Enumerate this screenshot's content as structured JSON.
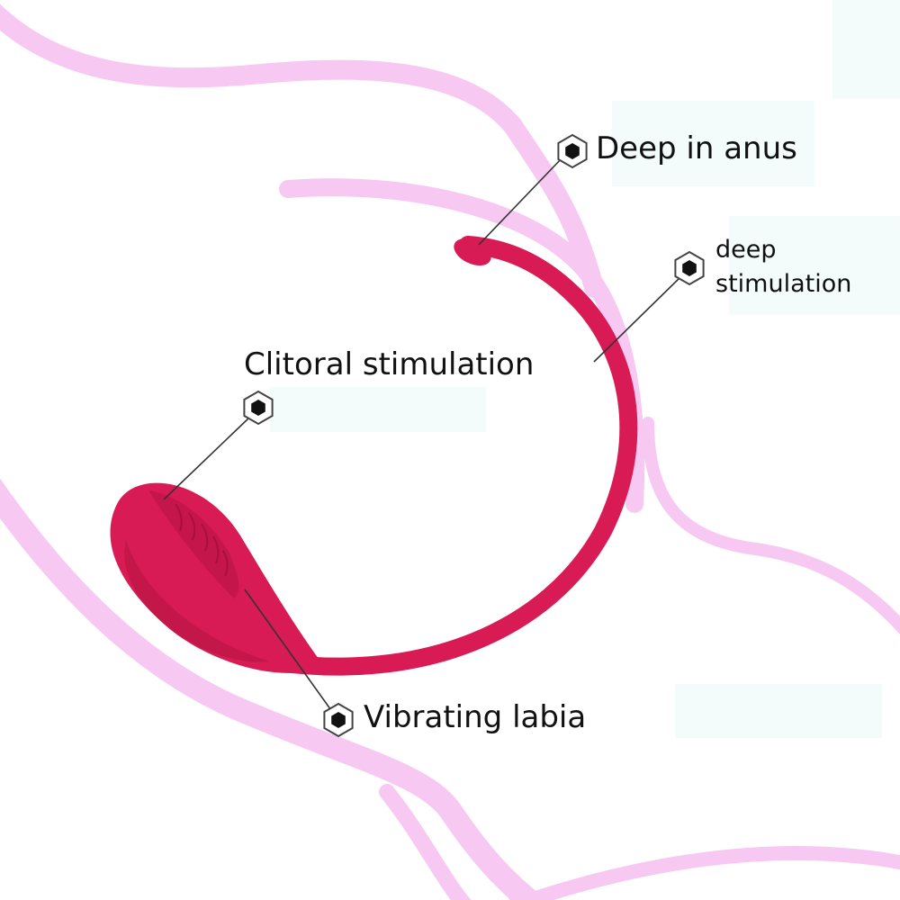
{
  "colors": {
    "product": "#d81b55",
    "product_shade": "#b3123f",
    "background_swirl": "#f7c9f2",
    "background_panel": "#f3fbfb",
    "leader_line": "#333333",
    "marker": "#111111"
  },
  "callouts": {
    "deep_anus": "Deep in anus",
    "deep_stimulation_line1": "deep",
    "deep_stimulation_line2": "stimulation",
    "clitoral": "Clitoral stimulation",
    "vibrating": "Vibrating labia"
  },
  "icons": {
    "marker": "hexagon-dot-icon"
  }
}
